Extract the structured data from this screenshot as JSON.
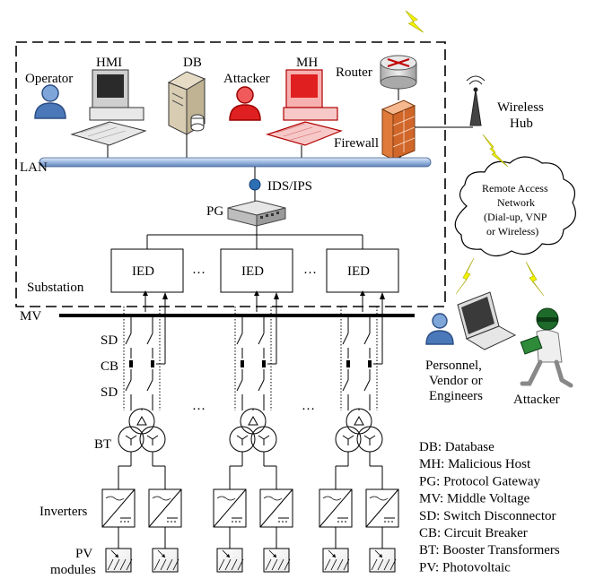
{
  "labels": {
    "operator": "Operator",
    "hmi": "HMI",
    "db": "DB",
    "attacker_top": "Attacker",
    "mh": "MH",
    "router": "Router",
    "firewall": "Firewall",
    "wireless": "Wireless",
    "hub": "Hub",
    "lan": "LAN",
    "ids_ips": "IDS/IPS",
    "pg": "PG",
    "ied": "IED",
    "ellipsis": "…",
    "substation": "Substation",
    "mv": "MV",
    "sd": "SD",
    "cb": "CB",
    "bt": "BT",
    "inverters": "Inverters",
    "pv": "PV",
    "modules": "modules",
    "personnel_1": "Personnel,",
    "personnel_2": "Vendor or",
    "personnel_3": "Engineers",
    "attacker_bottom": "Attacker"
  },
  "cloud": {
    "line1": "Remote Access",
    "line2": "Network",
    "line3": "(Dial-up, VNP",
    "line4": "or Wireless)"
  },
  "legend": [
    "DB: Database",
    "MH: Malicious Host",
    "PG: Protocol Gateway",
    "MV: Middle Voltage",
    "SD: Switch Disconnector",
    "CB: Circuit Breaker",
    "BT: Booster Transformers",
    "PV: Photovoltaic"
  ],
  "colors": {
    "lan_bus": "#9bb7e0",
    "ids_dot": "#2c6fb5",
    "attacker_red": "#e02020",
    "bolt_yellow": "#f5f500",
    "firewall": "#e07a3a",
    "operator_blue": "#4a78b8"
  }
}
